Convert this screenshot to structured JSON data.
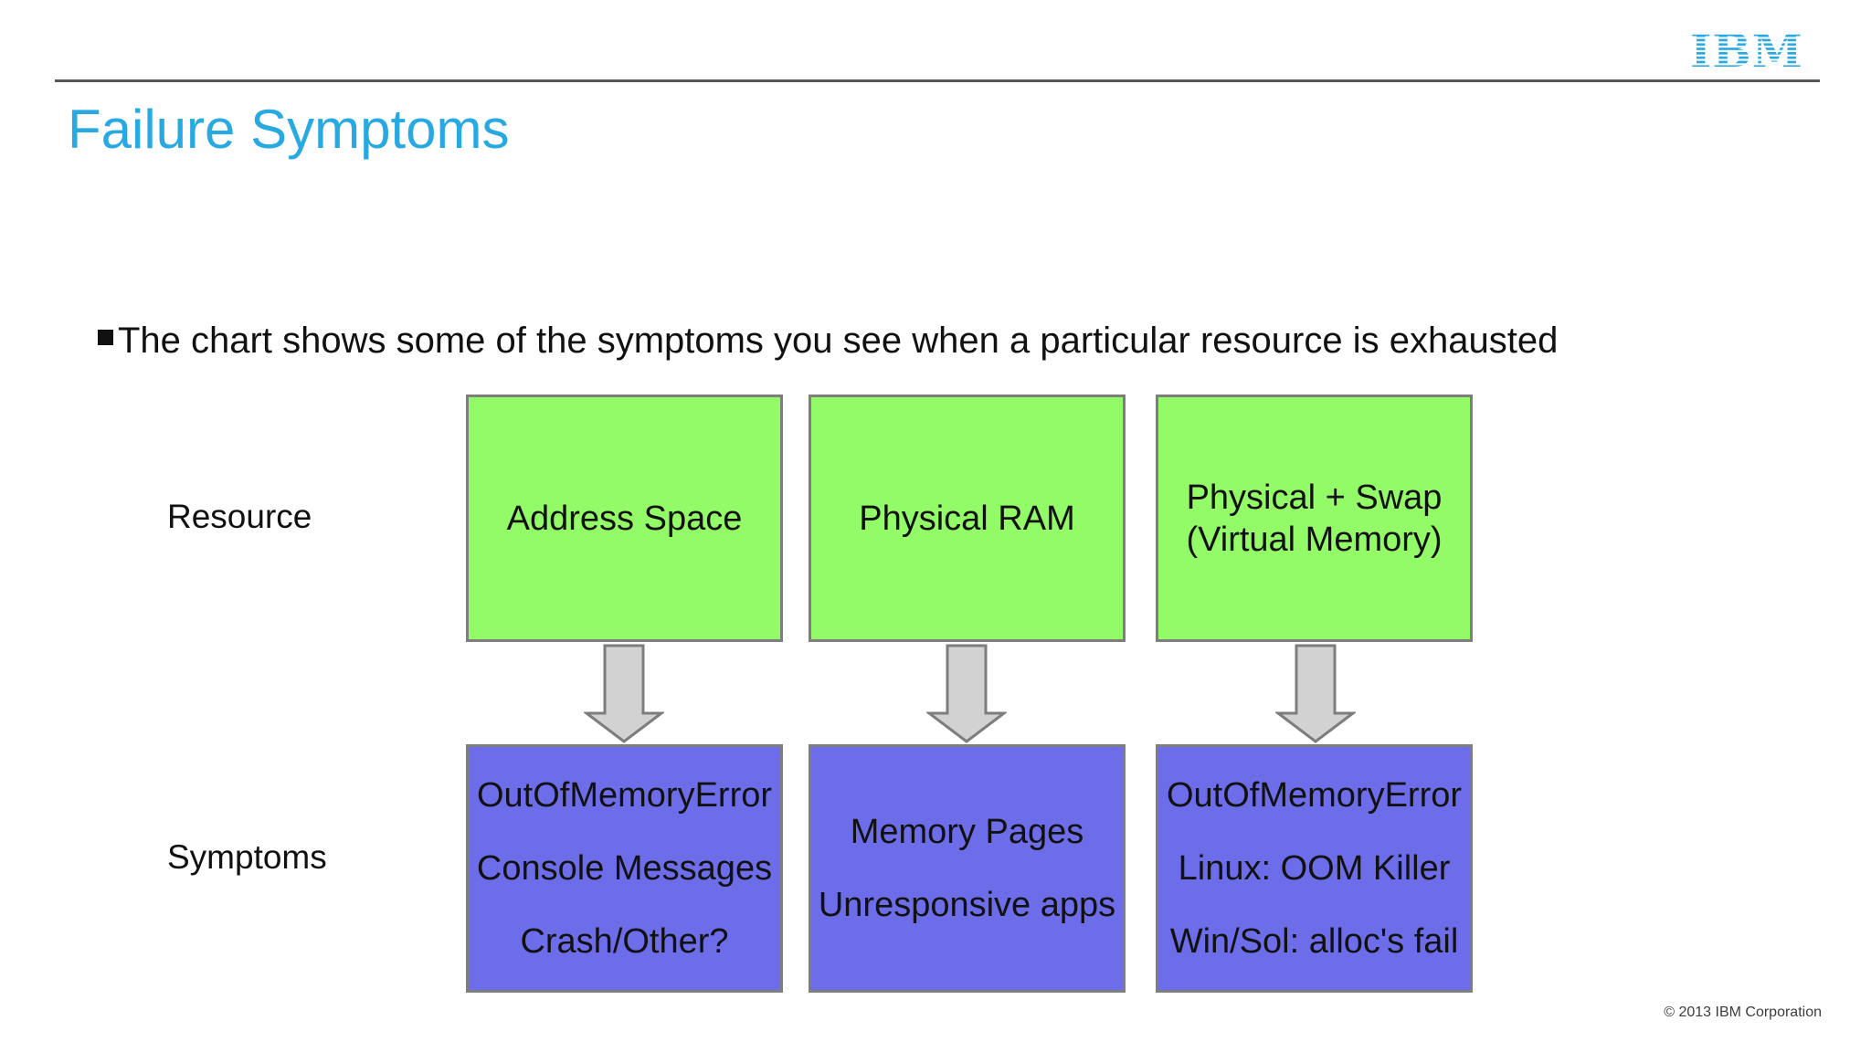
{
  "theme": {
    "accent_blue": "#29A9E1",
    "rule_gray": "#54585A",
    "resource_fill": "#93FB68",
    "symptom_fill": "#6D6DE9",
    "box_border": "#7E7E7E",
    "arrow_fill": "#D2D2D2",
    "arrow_border": "#7D7D7D",
    "text_black": "#111111",
    "footer_gray": "#3D3D3D"
  },
  "header": {
    "logo_text": "IBM"
  },
  "title": {
    "text": "Failure Symptoms"
  },
  "bullet": {
    "text": "The chart shows some of the symptoms you see when a particular resource is exhausted"
  },
  "diagram": {
    "row_labels": [
      {
        "label": "Resource"
      },
      {
        "label": "Symptoms"
      }
    ],
    "columns": [
      {
        "resource_lines": [
          "Address Space"
        ],
        "symptoms": [
          "OutOfMemoryError",
          "Console Messages",
          "Crash/Other?"
        ]
      },
      {
        "resource_lines": [
          "Physical RAM"
        ],
        "symptoms": [
          "Memory Pages",
          "Unresponsive apps"
        ]
      },
      {
        "resource_lines": [
          "Physical + Swap",
          "(Virtual Memory)"
        ],
        "symptoms": [
          "OutOfMemoryError",
          "Linux: OOM Killer",
          "Win/Sol: alloc's fail"
        ]
      }
    ]
  },
  "footer": {
    "copyright": "© 2013 IBM Corporation"
  }
}
